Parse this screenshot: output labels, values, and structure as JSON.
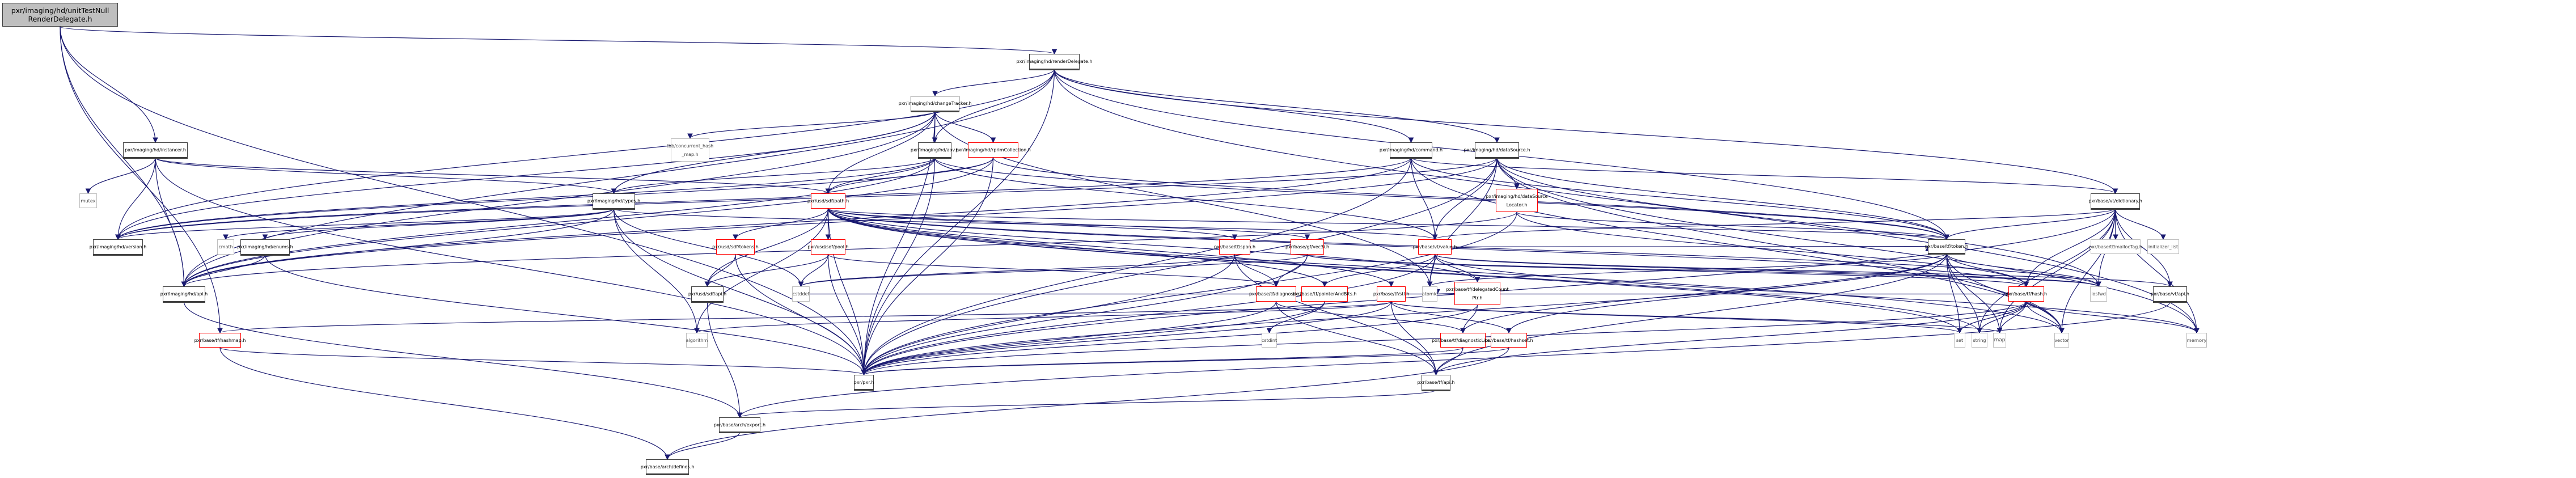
{
  "title": "Include dependency graph for pxr/imaging/hd/unitTestNullRenderDelegate.h",
  "colors": {
    "edge": "#191970",
    "root_fill": "#bfbfbf",
    "documented_border": "#404040",
    "truncated_border": "#ff0000",
    "external_border": "#bfbfbf"
  },
  "nodes": [
    {
      "id": "root",
      "label": "pxr/imaging/hd/unitTestNull\nRenderDelegate.h",
      "kind": "root"
    },
    {
      "id": "renderDelegate",
      "label": "pxr/imaging/hd/renderDelegate.h",
      "kind": "doc"
    },
    {
      "id": "instancer",
      "label": "pxr/imaging/hd/instancer.h",
      "kind": "doc"
    },
    {
      "id": "changeTracker",
      "label": "pxr/imaging/hd/changeTracker.h",
      "kind": "doc"
    },
    {
      "id": "tbbmap",
      "label": "tbb/concurrent_hash\n_map.h",
      "kind": "ext"
    },
    {
      "id": "aov",
      "label": "pxr/imaging/hd/aov.h",
      "kind": "doc"
    },
    {
      "id": "rprimCollection",
      "label": "pxr/imaging/hd/rprimCollection.h",
      "kind": "red"
    },
    {
      "id": "command",
      "label": "pxr/imaging/hd/command.h",
      "kind": "doc"
    },
    {
      "id": "dataSource",
      "label": "pxr/imaging/hd/dataSource.h",
      "kind": "doc"
    },
    {
      "id": "dataSourceLocator",
      "label": "pxr/imaging/hd/dataSource\nLocator.h",
      "kind": "red"
    },
    {
      "id": "dictionary",
      "label": "pxr/base/vt/dictionary.h",
      "kind": "doc"
    },
    {
      "id": "mutex",
      "label": "mutex",
      "kind": "ext"
    },
    {
      "id": "types",
      "label": "pxr/imaging/hd/types.h",
      "kind": "doc"
    },
    {
      "id": "sdfpath",
      "label": "pxr/usd/sdf/path.h",
      "kind": "red"
    },
    {
      "id": "version",
      "label": "pxr/imaging/hd/version.h",
      "kind": "doc"
    },
    {
      "id": "cmath",
      "label": "cmath",
      "kind": "ext"
    },
    {
      "id": "enums",
      "label": "pxr/imaging/hd/enums.h",
      "kind": "doc"
    },
    {
      "id": "sdftokens",
      "label": "pxr/usd/sdf/tokens.h",
      "kind": "red"
    },
    {
      "id": "sdfpool",
      "label": "pxr/usd/sdf/pool.h",
      "kind": "red"
    },
    {
      "id": "span",
      "label": "pxr/base/tf/span.h",
      "kind": "red"
    },
    {
      "id": "vec3i",
      "label": "pxr/base/gf/vec3i.h",
      "kind": "red"
    },
    {
      "id": "vtvalue",
      "label": "pxr/base/vt/value.h",
      "kind": "red"
    },
    {
      "id": "token",
      "label": "pxr/base/tf/token.h",
      "kind": "doc"
    },
    {
      "id": "mallocTag",
      "label": "pxr/base/tf/mallocTag.h",
      "kind": "ext"
    },
    {
      "id": "initlist",
      "label": "initializer_list",
      "kind": "ext"
    },
    {
      "id": "hdapi",
      "label": "pxr/imaging/hd/api.h",
      "kind": "doc"
    },
    {
      "id": "sdfapi",
      "label": "pxr/usd/sdf/api.h",
      "kind": "doc"
    },
    {
      "id": "cstddef",
      "label": "cstddef",
      "kind": "ext"
    },
    {
      "id": "diagnostic",
      "label": "pxr/base/tf/diagnostic.h",
      "kind": "red"
    },
    {
      "id": "pointerAndBits",
      "label": "pxr/base/tf/pointerAndBits.h",
      "kind": "red"
    },
    {
      "id": "stl",
      "label": "pxr/base/tf/stl.h",
      "kind": "red"
    },
    {
      "id": "atomic",
      "label": "atomic",
      "kind": "ext"
    },
    {
      "id": "delegated",
      "label": "pxr/base/tf/delegatedCount\nPtr.h",
      "kind": "red"
    },
    {
      "id": "hash",
      "label": "pxr/base/tf/hash.h",
      "kind": "red"
    },
    {
      "id": "iosfwd",
      "label": "iosfwd",
      "kind": "ext"
    },
    {
      "id": "vtapi",
      "label": "pxr/base/vt/api.h",
      "kind": "doc"
    },
    {
      "id": "hashmap",
      "label": "pxr/base/tf/hashmap.h",
      "kind": "red"
    },
    {
      "id": "algorithm",
      "label": "algorithm",
      "kind": "ext"
    },
    {
      "id": "cstdint",
      "label": "cstdint",
      "kind": "ext"
    },
    {
      "id": "diagnosticLite",
      "label": "pxr/base/tf/diagnosticLite.h",
      "kind": "red"
    },
    {
      "id": "hashset",
      "label": "pxr/base/tf/hashset.h",
      "kind": "red"
    },
    {
      "id": "set",
      "label": "set",
      "kind": "ext"
    },
    {
      "id": "string",
      "label": "string",
      "kind": "ext"
    },
    {
      "id": "map",
      "label": "map",
      "kind": "ext"
    },
    {
      "id": "vector",
      "label": "vector",
      "kind": "ext"
    },
    {
      "id": "memory",
      "label": "memory",
      "kind": "ext"
    },
    {
      "id": "pxr",
      "label": "pxr/pxr.h",
      "kind": "doc"
    },
    {
      "id": "tfapi",
      "label": "pxr/base/tf/api.h",
      "kind": "doc"
    },
    {
      "id": "archexport",
      "label": "pxr/base/arch/export.h",
      "kind": "doc"
    },
    {
      "id": "archdefines",
      "label": "pxr/base/arch/defines.h",
      "kind": "doc"
    }
  ],
  "edges": [
    [
      "root",
      "renderDelegate"
    ],
    [
      "root",
      "instancer"
    ],
    [
      "root",
      "pxr"
    ],
    [
      "root",
      "hdapi"
    ],
    [
      "root",
      "hashmap"
    ],
    [
      "renderDelegate",
      "changeTracker"
    ],
    [
      "renderDelegate",
      "aov"
    ],
    [
      "renderDelegate",
      "command"
    ],
    [
      "renderDelegate",
      "dataSource"
    ],
    [
      "renderDelegate",
      "dictionary"
    ],
    [
      "renderDelegate",
      "hdapi"
    ],
    [
      "renderDelegate",
      "version"
    ],
    [
      "renderDelegate",
      "token"
    ],
    [
      "renderDelegate",
      "memory"
    ],
    [
      "renderDelegate",
      "pxr"
    ],
    [
      "instancer",
      "mutex"
    ],
    [
      "instancer",
      "version"
    ],
    [
      "instancer",
      "hdapi"
    ],
    [
      "instancer",
      "types"
    ],
    [
      "instancer",
      "sdfpath"
    ],
    [
      "instancer",
      "pxr"
    ],
    [
      "changeTracker",
      "tbbmap"
    ],
    [
      "changeTracker",
      "aov"
    ],
    [
      "changeTracker",
      "rprimCollection"
    ],
    [
      "changeTracker",
      "sdfpath"
    ],
    [
      "changeTracker",
      "types"
    ],
    [
      "changeTracker",
      "hdapi"
    ],
    [
      "changeTracker",
      "version"
    ],
    [
      "changeTracker",
      "atomic"
    ],
    [
      "changeTracker",
      "pxr"
    ],
    [
      "aov",
      "types"
    ],
    [
      "aov",
      "sdfpath"
    ],
    [
      "aov",
      "vtvalue"
    ],
    [
      "aov",
      "token"
    ],
    [
      "aov",
      "hdapi"
    ],
    [
      "aov",
      "version"
    ],
    [
      "aov",
      "pxr"
    ],
    [
      "rprimCollection",
      "sdfpath"
    ],
    [
      "rprimCollection",
      "token"
    ],
    [
      "rprimCollection",
      "hdapi"
    ],
    [
      "rprimCollection",
      "version"
    ],
    [
      "rprimCollection",
      "pxr"
    ],
    [
      "command",
      "token"
    ],
    [
      "command",
      "vtvalue"
    ],
    [
      "command",
      "dictionary"
    ],
    [
      "command",
      "hdapi"
    ],
    [
      "command",
      "version"
    ],
    [
      "command",
      "pxr"
    ],
    [
      "command",
      "vector"
    ],
    [
      "dataSource",
      "dataSourceLocator"
    ],
    [
      "dataSource",
      "vtvalue"
    ],
    [
      "dataSource",
      "token"
    ],
    [
      "dataSource",
      "hdapi"
    ],
    [
      "dataSource",
      "version"
    ],
    [
      "dataSource",
      "pxr"
    ],
    [
      "dataSource",
      "atomic"
    ],
    [
      "dataSource",
      "iosfwd"
    ],
    [
      "dataSource",
      "memory"
    ],
    [
      "dataSource",
      "vector"
    ],
    [
      "dataSourceLocator",
      "token"
    ],
    [
      "dataSourceLocator",
      "hdapi"
    ],
    [
      "dataSourceLocator",
      "hash"
    ],
    [
      "dataSourceLocator",
      "pxr"
    ],
    [
      "dictionary",
      "mallocTag"
    ],
    [
      "dictionary",
      "initlist"
    ],
    [
      "dictionary",
      "vtvalue"
    ],
    [
      "dictionary",
      "token"
    ],
    [
      "dictionary",
      "hash"
    ],
    [
      "dictionary",
      "vtapi"
    ],
    [
      "dictionary",
      "iosfwd"
    ],
    [
      "dictionary",
      "map"
    ],
    [
      "dictionary",
      "memory"
    ],
    [
      "dictionary",
      "string"
    ],
    [
      "dictionary",
      "vector"
    ],
    [
      "dictionary",
      "pxr"
    ],
    [
      "types",
      "version"
    ],
    [
      "types",
      "cmath"
    ],
    [
      "types",
      "enums"
    ],
    [
      "types",
      "hdapi"
    ],
    [
      "types",
      "cstddef"
    ],
    [
      "types",
      "algorithm"
    ],
    [
      "types",
      "pxr"
    ],
    [
      "types",
      "vtvalue"
    ],
    [
      "enums",
      "hdapi"
    ],
    [
      "enums",
      "pxr"
    ],
    [
      "sdfpath",
      "sdftokens"
    ],
    [
      "sdfpath",
      "sdfpool"
    ],
    [
      "sdfpath",
      "sdfapi"
    ],
    [
      "sdfpath",
      "span"
    ],
    [
      "sdfpath",
      "vec3i"
    ],
    [
      "sdfpath",
      "token"
    ],
    [
      "sdfpath",
      "stl"
    ],
    [
      "sdfpath",
      "hash"
    ],
    [
      "sdfpath",
      "pointerAndBits"
    ],
    [
      "sdfpath",
      "iosfwd"
    ],
    [
      "sdfpath",
      "set"
    ],
    [
      "sdfpath",
      "string"
    ],
    [
      "sdfpath",
      "vector"
    ],
    [
      "sdfpath",
      "pxr"
    ],
    [
      "sdfpath",
      "algorithm"
    ],
    [
      "sdfpath",
      "delegated"
    ],
    [
      "sdftokens",
      "sdfapi"
    ],
    [
      "sdftokens",
      "pxr"
    ],
    [
      "sdfpool",
      "sdfapi"
    ],
    [
      "sdfpool",
      "pxr"
    ],
    [
      "sdfpool",
      "cstddef"
    ],
    [
      "sdfpool",
      "diagnostic"
    ],
    [
      "span",
      "diagnostic"
    ],
    [
      "span",
      "cstddef"
    ],
    [
      "span",
      "pxr"
    ],
    [
      "span",
      "tfapi"
    ],
    [
      "vec3i",
      "diagnostic"
    ],
    [
      "vec3i",
      "hash"
    ],
    [
      "vec3i",
      "pxr"
    ],
    [
      "vec3i",
      "cstddef"
    ],
    [
      "vec3i",
      "iosfwd"
    ],
    [
      "vtvalue",
      "delegated"
    ],
    [
      "vtvalue",
      "pointerAndBits"
    ],
    [
      "vtvalue",
      "token"
    ],
    [
      "vtvalue",
      "atomic"
    ],
    [
      "vtvalue",
      "vtapi"
    ],
    [
      "vtvalue",
      "pxr"
    ],
    [
      "vtvalue",
      "iosfwd"
    ],
    [
      "vtvalue",
      "memory"
    ],
    [
      "token",
      "hash"
    ],
    [
      "token",
      "tfapi"
    ],
    [
      "token",
      "diagnosticLite"
    ],
    [
      "token",
      "hashset"
    ],
    [
      "token",
      "iosfwd"
    ],
    [
      "token",
      "set"
    ],
    [
      "token",
      "string"
    ],
    [
      "token",
      "vector"
    ],
    [
      "token",
      "map"
    ],
    [
      "token",
      "pxr"
    ],
    [
      "token",
      "atomic"
    ],
    [
      "sdfapi",
      "archexport"
    ],
    [
      "hdapi",
      "archexport"
    ],
    [
      "diagnostic",
      "diagnosticLite"
    ],
    [
      "diagnostic",
      "tfapi"
    ],
    [
      "diagnostic",
      "pxr"
    ],
    [
      "diagnostic",
      "cstddef"
    ],
    [
      "pointerAndBits",
      "pxr"
    ],
    [
      "pointerAndBits",
      "cstdint"
    ],
    [
      "stl",
      "hash"
    ],
    [
      "stl",
      "hashmap"
    ],
    [
      "stl",
      "hashset"
    ],
    [
      "stl",
      "tfapi"
    ],
    [
      "stl",
      "pxr"
    ],
    [
      "stl",
      "algorithm"
    ],
    [
      "stl",
      "map"
    ],
    [
      "stl",
      "set"
    ],
    [
      "delegated",
      "diagnosticLite"
    ],
    [
      "delegated",
      "pxr"
    ],
    [
      "delegated",
      "atomic"
    ],
    [
      "hash",
      "tfapi"
    ],
    [
      "hash",
      "pxr"
    ],
    [
      "hash",
      "map"
    ],
    [
      "hash",
      "set"
    ],
    [
      "hash",
      "string"
    ],
    [
      "hash",
      "vector"
    ],
    [
      "hash",
      "memory"
    ],
    [
      "vtapi",
      "archexport"
    ],
    [
      "hashmap",
      "pxr"
    ],
    [
      "hashmap",
      "archdefines"
    ],
    [
      "diagnosticLite",
      "tfapi"
    ],
    [
      "diagnosticLite",
      "pxr"
    ],
    [
      "hashset",
      "pxr"
    ],
    [
      "hashset",
      "archdefines"
    ],
    [
      "tfapi",
      "archexport"
    ],
    [
      "archexport",
      "archdefines"
    ]
  ]
}
